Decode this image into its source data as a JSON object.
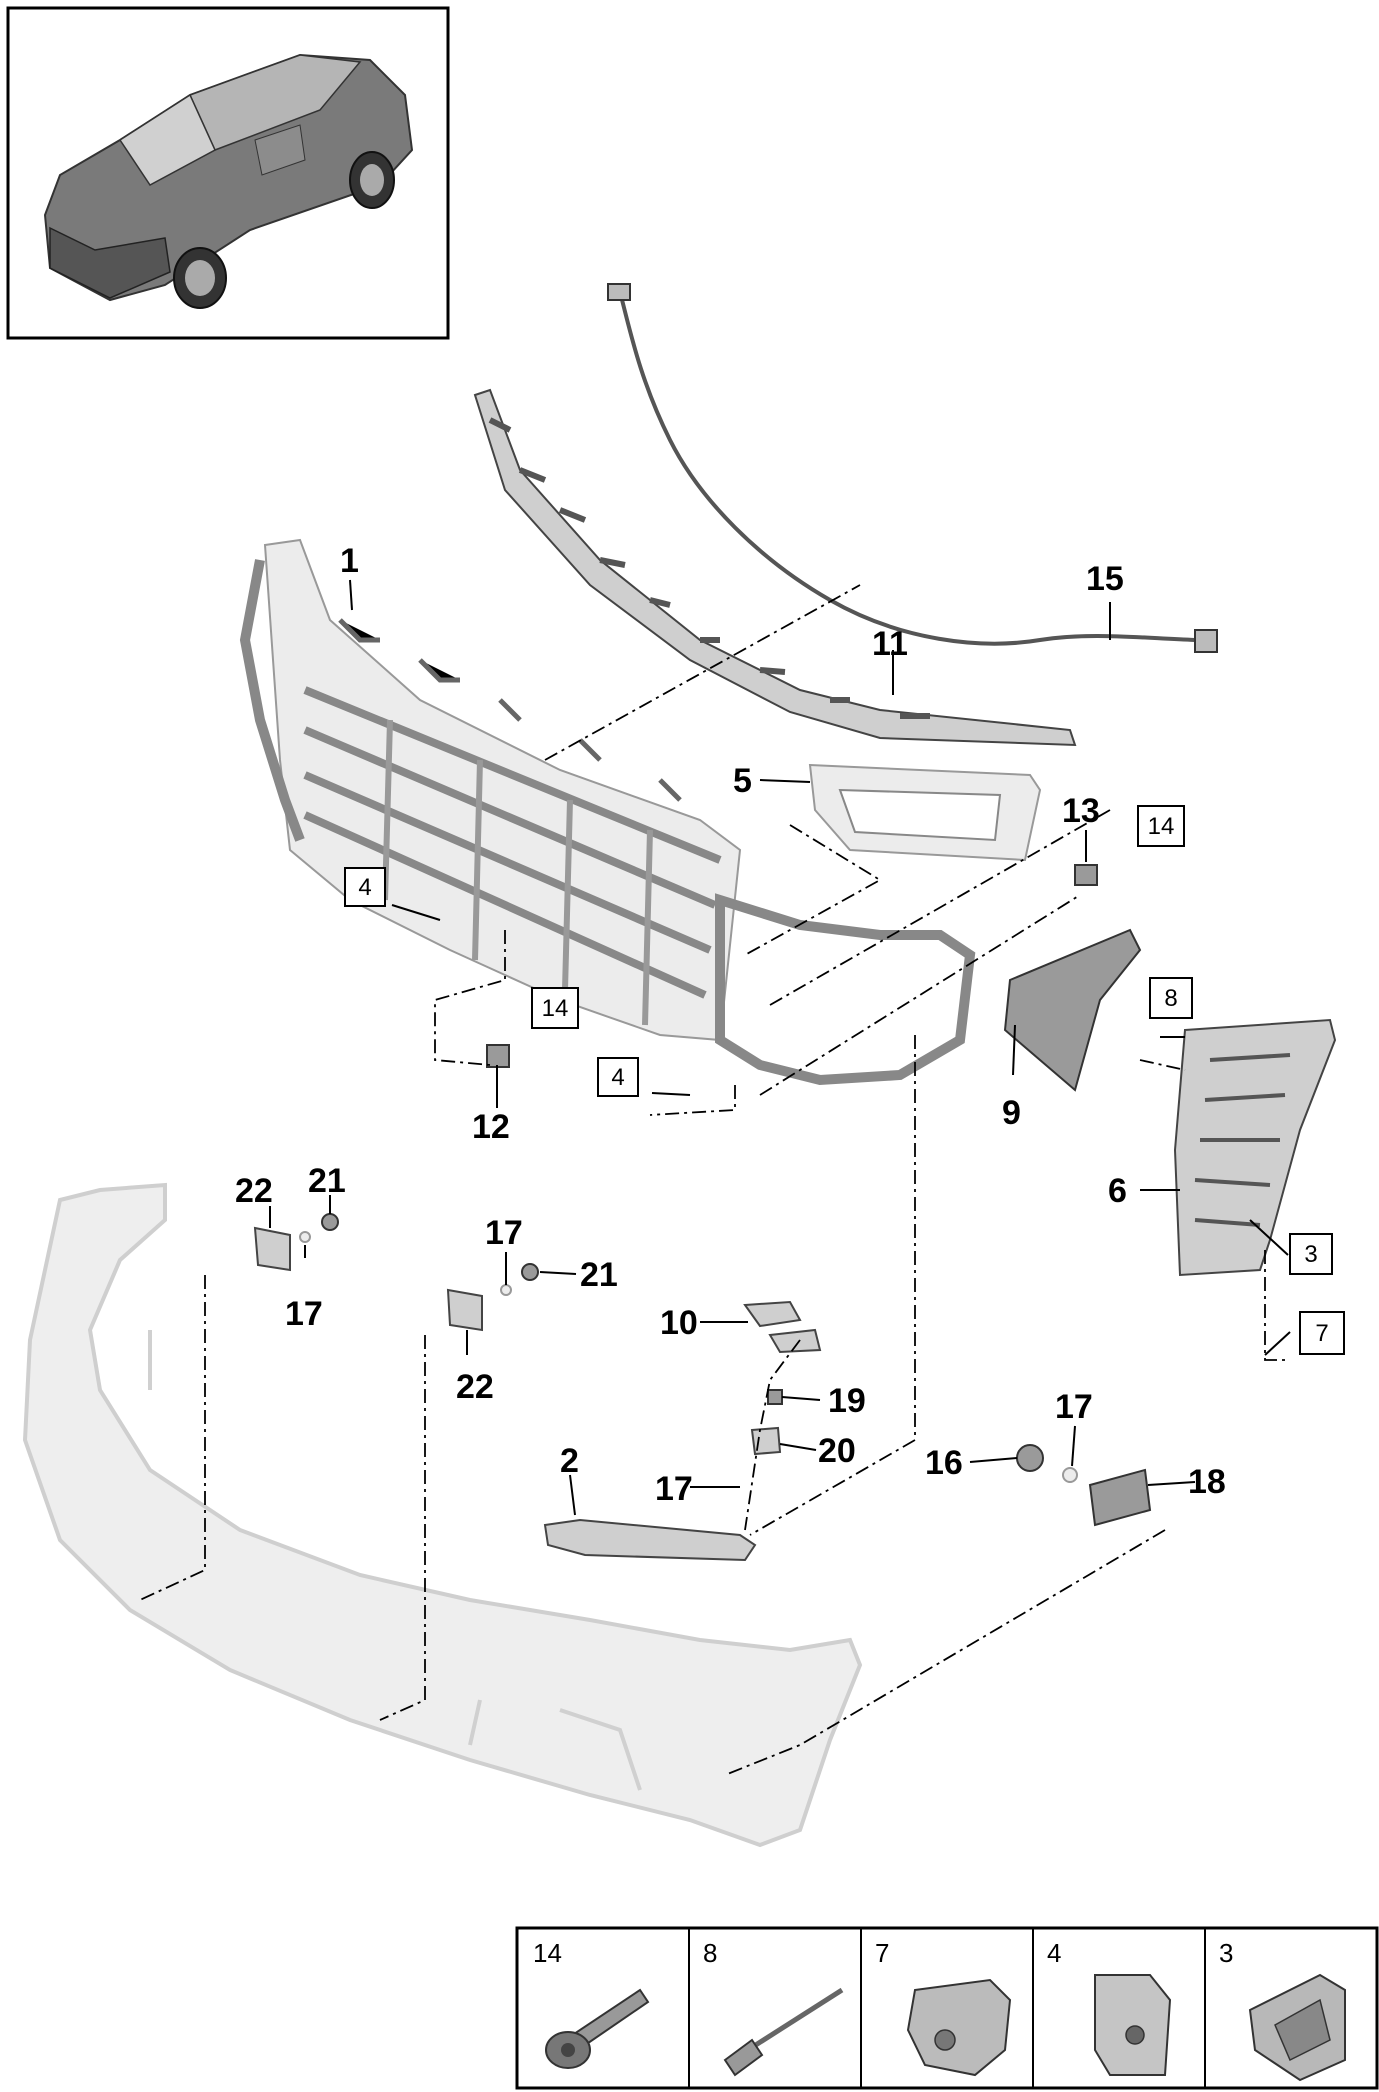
{
  "callouts": {
    "c1": "1",
    "c2": "2",
    "c5": "5",
    "c6": "6",
    "c9": "9",
    "c10": "10",
    "c11": "11",
    "c12": "12",
    "c13": "13",
    "c15": "15",
    "c16": "16",
    "c17a": "17",
    "c17b": "17",
    "c17c": "17",
    "c17d": "17",
    "c18": "18",
    "c19": "19",
    "c20": "20",
    "c21a": "21",
    "c21b": "21",
    "c22a": "22",
    "c22b": "22"
  },
  "boxed_refs": {
    "b4a": "4",
    "b4b": "4",
    "b14a": "14",
    "b14b": "14",
    "b8": "8",
    "b3": "3",
    "b7": "7"
  },
  "legend": {
    "cells": [
      {
        "number": "14",
        "icon": "bolt-icon"
      },
      {
        "number": "8",
        "icon": "rivet-icon"
      },
      {
        "number": "7",
        "icon": "clip-nut-icon"
      },
      {
        "number": "4",
        "icon": "sheet-nut-icon"
      },
      {
        "number": "3",
        "icon": "bracket-clip-icon"
      }
    ]
  }
}
